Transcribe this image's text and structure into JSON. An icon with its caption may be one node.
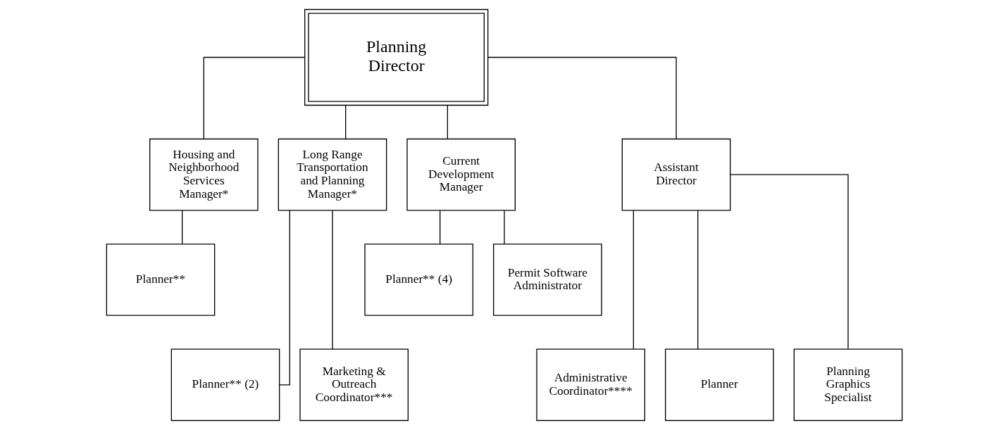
{
  "diagram": {
    "nodes": [
      {
        "text": [
          "Planning Director"
        ]
      },
      {
        "text": [
          "Housing and Neighborhood Services Manager*"
        ]
      },
      {
        "text": [
          "Long Range Transportation and Planning Manager*"
        ]
      },
      {
        "text": [
          "Current Development Manager"
        ]
      },
      {
        "text": [
          "Assistant Director"
        ]
      },
      {
        "text": [
          "Planner**"
        ]
      },
      {
        "text": [
          "Planner** (2)"
        ]
      },
      {
        "text": [
          "Marketing & Outreach Coordinator***"
        ]
      },
      {
        "text": [
          "Planner** (4)"
        ]
      },
      {
        "text": [
          "Permit Software Administrator"
        ]
      },
      {
        "text": [
          "Administrative Coordinator****"
        ]
      },
      {
        "text": [
          "Planner"
        ]
      },
      {
        "text": [
          "Planning Graphics Specialist"
        ]
      }
    ],
    "edges": [
      {
        "from": 0,
        "to": 1,
        "arrow": "none"
      },
      {
        "from": 0,
        "to": 2,
        "arrow": "none"
      },
      {
        "from": 0,
        "to": 3,
        "arrow": "none"
      },
      {
        "from": 0,
        "to": 4,
        "arrow": "none"
      },
      {
        "from": 1,
        "to": 5,
        "arrow": "none"
      },
      {
        "from": 2,
        "to": 6,
        "arrow": "none"
      },
      {
        "from": 2,
        "to": 7,
        "arrow": "none"
      },
      {
        "from": 3,
        "to": 8,
        "arrow": "none"
      },
      {
        "from": 3,
        "to": 9,
        "arrow": "none"
      },
      {
        "from": 4,
        "to": 10,
        "arrow": "none"
      },
      {
        "from": 4,
        "to": 11,
        "arrow": "none"
      },
      {
        "from": 4,
        "to": 12,
        "arrow": "none"
      }
    ]
  }
}
